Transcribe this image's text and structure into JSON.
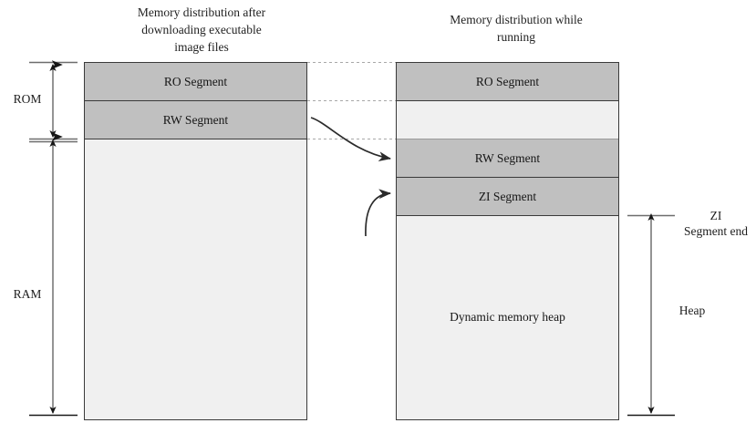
{
  "diagram": {
    "titles": {
      "left": "Memory distribution after\ndownloading executable\nimage files",
      "right": "Memory distribution while\nrunning"
    },
    "left_box": {
      "segments": [
        {
          "label": "RO Segment",
          "fill": "#c0c0c0"
        },
        {
          "label": "RW Segment",
          "fill": "#c0c0c0"
        },
        {
          "label": "",
          "fill": "#f0f0f0"
        }
      ]
    },
    "right_box": {
      "segments": [
        {
          "label": "RO Segment",
          "fill": "#c0c0c0"
        },
        {
          "label": "",
          "fill": "#f0f0f0"
        },
        {
          "label": "RW Segment",
          "fill": "#c0c0c0"
        },
        {
          "label": "ZI Segment",
          "fill": "#c0c0c0"
        },
        {
          "label": "Dynamic memory heap",
          "fill": "#f0f0f0"
        }
      ]
    },
    "side_labels": {
      "rom": "ROM",
      "ram": "RAM",
      "zi_segment_end": "ZI\nSegment end",
      "heap": "Heap"
    },
    "colors": {
      "segment_fill": "#c0c0c0",
      "empty_fill": "#f0f0f0",
      "border": "#3a3a3a",
      "guide_line": "#a8a8a8",
      "arrow": "#2b2b2b"
    }
  }
}
